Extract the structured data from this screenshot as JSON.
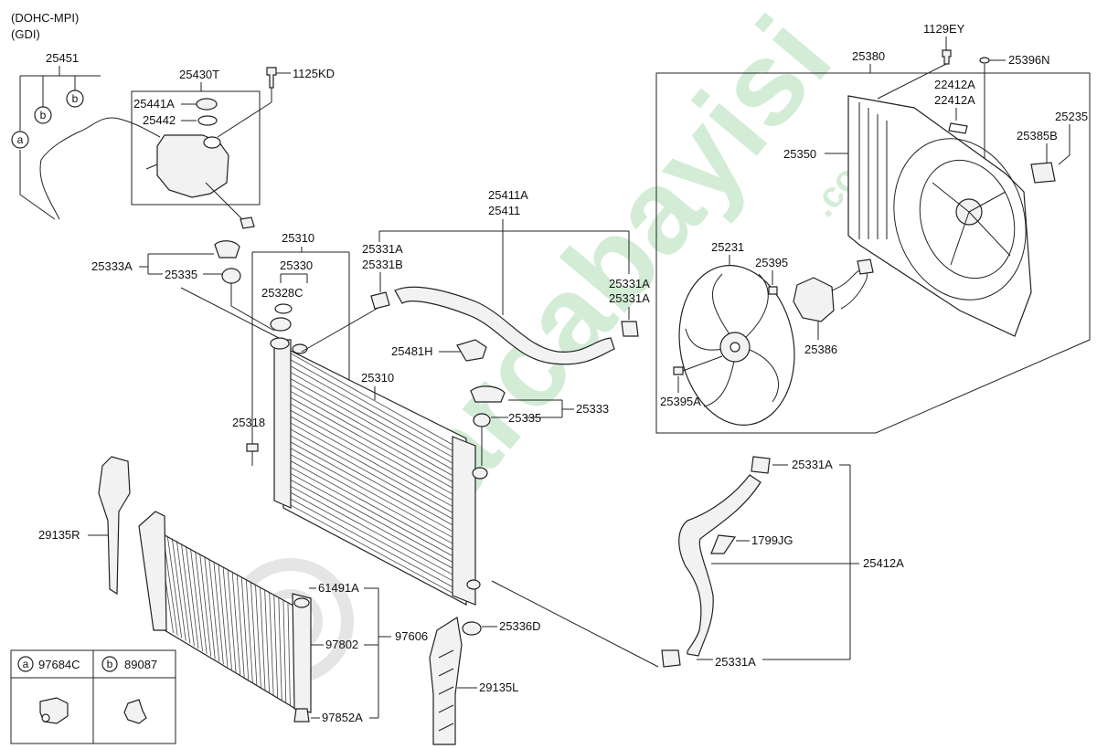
{
  "header": {
    "engine": "(DOHC-MPI)",
    "variant": "(GDI)"
  },
  "watermark": {
    "brand": "parcabayisi",
    "suffix": ".com"
  },
  "labels": {
    "p25451": "25451",
    "p25430T": "25430T",
    "p1125KD": "1125KD",
    "p25441A": "25441A",
    "p25442": "25442",
    "p25333A": "25333A",
    "p25335a": "25335",
    "p25310a": "25310",
    "p25330": "25330",
    "p25328C": "25328C",
    "p25318": "25318",
    "p25310b": "25310",
    "p25331A_1": "25331A",
    "p25331B": "25331B",
    "p25411A": "25411A",
    "p25411": "25411",
    "p25331A_2": "25331A",
    "p25331A_3": "25331A",
    "p25481H": "25481H",
    "p25333": "25333",
    "p25335b": "25335",
    "p25380": "25380",
    "p1129EY": "1129EY",
    "p25396N": "25396N",
    "p22412A_1": "22412A",
    "p22412A_2": "22412A",
    "p25235": "25235",
    "p25385B": "25385B",
    "p25350": "25350",
    "p25231": "25231",
    "p25395": "25395",
    "p25386": "25386",
    "p25395A": "25395A",
    "p25331A_4": "25331A",
    "p1799JG": "1799JG",
    "p25412A": "25412A",
    "p25331A_5": "25331A",
    "p29135R": "29135R",
    "p61491A": "61491A",
    "p97606": "97606",
    "p97802": "97802",
    "p97852A": "97852A",
    "p25336D": "25336D",
    "p29135L": "29135L"
  },
  "callouts": {
    "a": "a",
    "b": "b"
  },
  "legend": {
    "a_marker": "a",
    "a_part": "97684C",
    "b_marker": "b",
    "b_part": "89087"
  }
}
